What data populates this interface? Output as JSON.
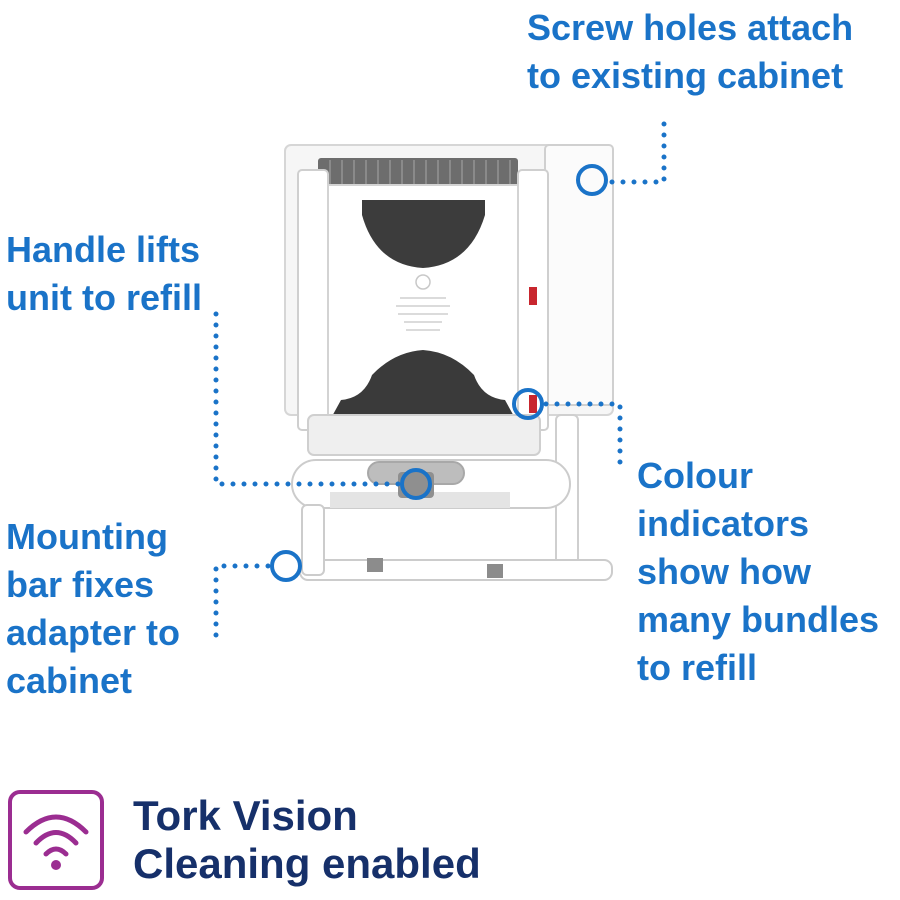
{
  "callouts": {
    "screw_holes": [
      "Screw holes attach",
      "to existing cabinet"
    ],
    "handle": [
      "Handle lifts",
      "unit to refill"
    ],
    "mounting_bar": [
      "Mounting",
      "bar fixes",
      "adapter to",
      "cabinet"
    ],
    "colour_indicators": [
      "Colour",
      "indicators",
      "show how",
      "many bundles",
      "to refill"
    ]
  },
  "badge": {
    "icon": "wifi-signal-icon",
    "lines": [
      "Tork Vision",
      "Cleaning enabled"
    ]
  },
  "colors": {
    "callout_blue": "#1a73c8",
    "badge_purple": "#9b2d91",
    "badge_text_navy": "#16306a",
    "indicator_red": "#c8262e"
  }
}
